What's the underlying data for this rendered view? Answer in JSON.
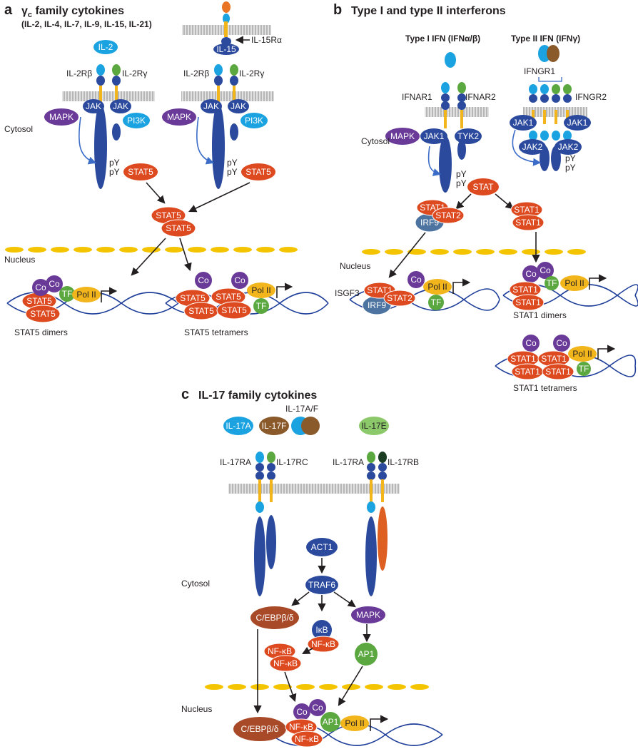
{
  "panel_a": {
    "letter": "a",
    "title_prefix": "γ",
    "title_sub": "c",
    "title_rest": " family cytokines",
    "subtitle": "(IL-2, IL-4, IL-7, IL-9, IL-15, IL-21)",
    "il2": "IL-2",
    "il15": "IL-15",
    "il15ra": "IL-15Rα",
    "il2rb": "IL-2Rβ",
    "il2rg": "IL-2Rγ",
    "jak": "JAK",
    "mapk": "MAPK",
    "pi3k": "PI3K",
    "py": "pY",
    "stat5": "STAT5",
    "cytosol": "Cytosol",
    "nucleus": "Nucleus",
    "co": "Co",
    "tf": "TF",
    "pol2": "Pol II",
    "dimers": "STAT5 dimers",
    "tetramers": "STAT5 tetramers"
  },
  "panel_b": {
    "letter": "b",
    "title": "Type I and type II interferons",
    "type1": "Type I IFN (IFNα/β)",
    "type2": "Type II IFN (IFNγ)",
    "ifngr1": "IFNGR1",
    "ifngr2": "IFNGR2",
    "ifnar1": "IFNAR1",
    "ifnar2": "IFNAR2",
    "mapk": "MAPK",
    "jak1": "JAK1",
    "tyk2": "TYK2",
    "jak2": "JAK2",
    "py": "pY",
    "cytosol": "Cytosol",
    "nucleus": "Nucleus",
    "stat": "STAT",
    "stat1": "STAT1",
    "stat2": "STAT2",
    "irf9": "IRF9",
    "isgf3": "ISGF3",
    "co": "Co",
    "tf": "TF",
    "pol2": "Pol II",
    "dimers": "STAT1 dimers",
    "tetramers": "STAT1 tetramers"
  },
  "panel_c": {
    "letter": "c",
    "title": "IL-17 family cytokines",
    "il17a": "IL-17A",
    "il17f": "IL-17F",
    "il17af": "IL-17A/F",
    "il17e": "IL-17E",
    "il17ra": "IL-17RA",
    "il17rc": "IL-17RC",
    "il17rb": "IL-17RB",
    "act1": "ACT1",
    "traf6": "TRAF6",
    "cebp": "C/EBPβ/δ",
    "ikb": "IκB",
    "nfkb": "NF-κB",
    "mapk": "MAPK",
    "ap1": "AP1",
    "cytosol": "Cytosol",
    "nucleus": "Nucleus",
    "co": "Co",
    "pol2": "Pol II"
  },
  "colors": {
    "dark_blue": "#2b4a9e",
    "cyan": "#1aa3e0",
    "green": "#5ba840",
    "purple": "#6a3a98",
    "red_orange": "#dd4a20",
    "yellow": "#f2b61c",
    "membrane": "#c9c9c9",
    "steel_blue": "#4d74a0",
    "brown": "#8a5a2b",
    "light_green": "#8cc96a",
    "orange": "#e87424"
  }
}
